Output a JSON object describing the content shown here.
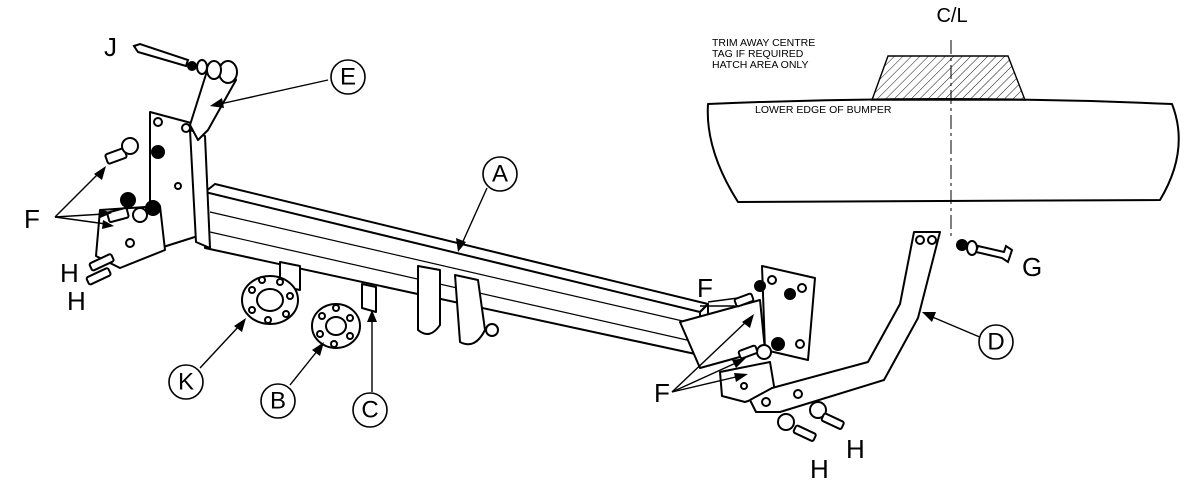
{
  "callouts": {
    "a": "A",
    "b": "B",
    "c": "C",
    "d": "D",
    "e": "E",
    "k": "K"
  },
  "labels": {
    "j": "J",
    "f_left": "F",
    "h_left_1": "H",
    "h_left_2": "H",
    "f_right_top": "F",
    "f_right_bottom": "F",
    "g": "G",
    "h_right_1": "H",
    "h_right_2": "H"
  },
  "bumper_detail": {
    "centre_line": "C/L",
    "note_line_1": "TRIM AWAY  CENTRE",
    "note_line_2": "TAG IF REQUIRED",
    "note_line_3": "HATCH AREA ONLY",
    "edge_label": "LOWER EDGE OF BUMPER"
  }
}
